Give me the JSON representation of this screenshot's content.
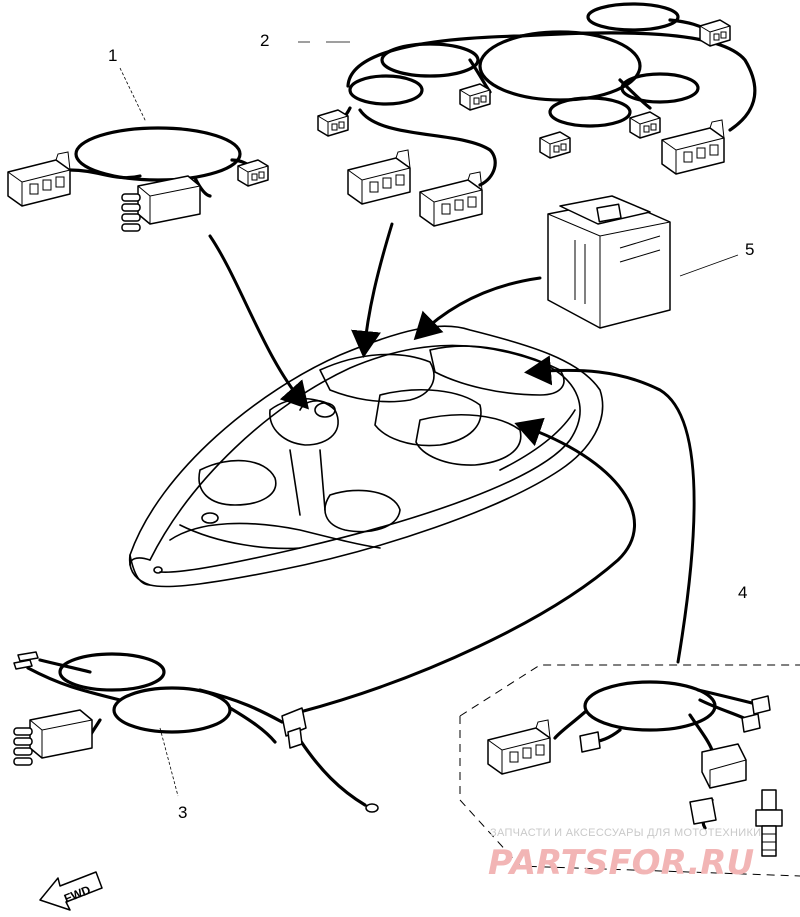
{
  "callouts": {
    "c1": "1",
    "c2": "2",
    "c3": "3",
    "c4": "4",
    "c5": "5"
  },
  "fwd_label": "FWD",
  "watermark": {
    "small": "ЗАПЧАСТИ И АКСЕССУАРЫ ДЛЯ МОТОТЕХНИКИ",
    "brand": "PARTSFOR.RU",
    "color": "#f2b5b5"
  }
}
